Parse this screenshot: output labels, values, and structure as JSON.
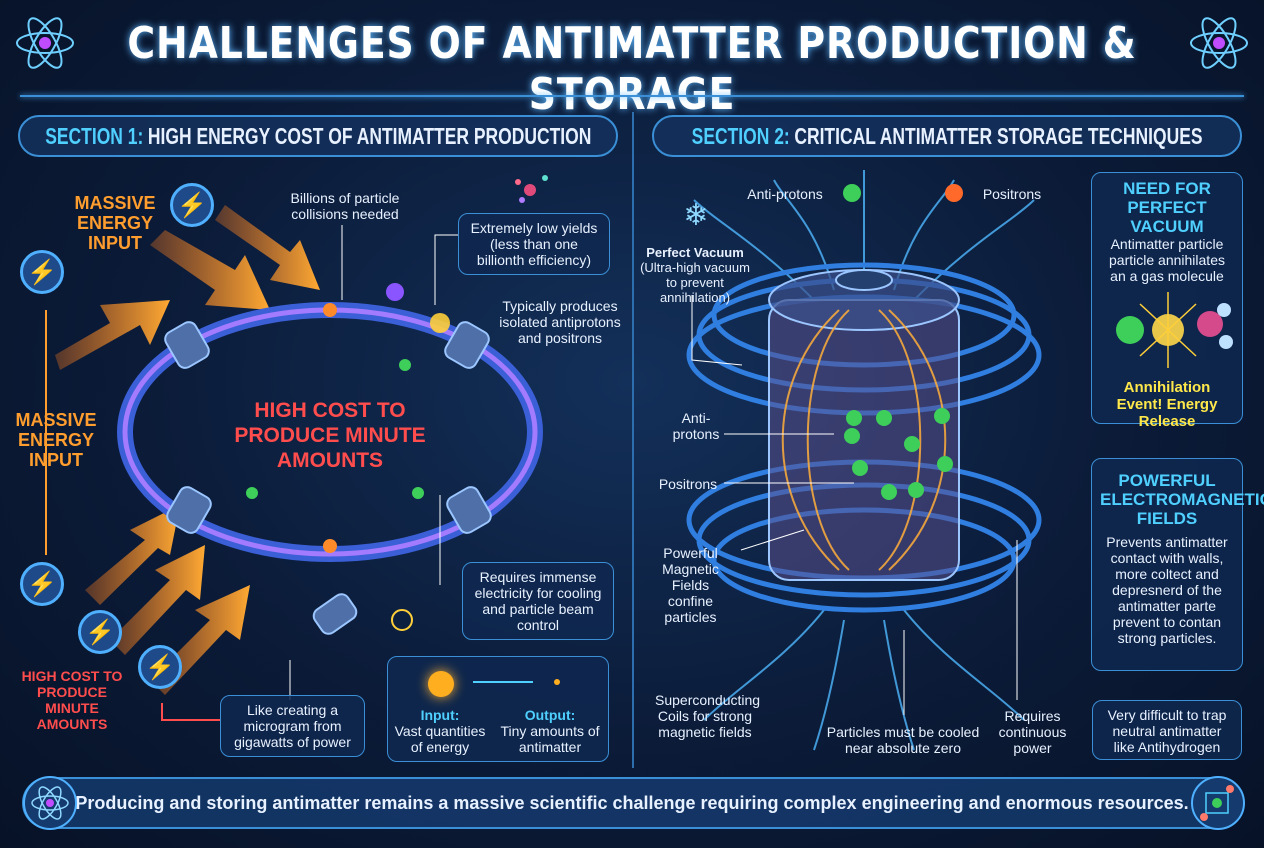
{
  "title": "CHALLENGES OF ANTIMATTER PRODUCTION & STORAGE",
  "section1": {
    "key": "SECTION 1:",
    "title": "HIGH ENERGY COST OF ANTIMATTER PRODUCTION",
    "massive_top": "MASSIVE ENERGY INPUT",
    "massive_left": "MASSIVE ENERGY INPUT",
    "billions": "Billions of particle collisions needed",
    "yields": "Extremely low yields (less than one billionth efficiency)",
    "typically": "Typically produces isolated antiprotons and positrons",
    "center": "HIGH COST TO PRODUCE MINUTE AMOUNTS",
    "electricity": "Requires immense electricity for cooling and particle beam control",
    "high_cost_small": "HIGH COST TO PRODUCE MINUTE AMOUNTS",
    "microgram": "Like creating a microgram from gigawatts of power",
    "input_label": "Input:",
    "input_text": "Vast quantities of energy",
    "output_label": "Output:",
    "output_text": "Tiny amounts of antimatter"
  },
  "section2": {
    "key": "SECTION 2:",
    "title": "CRITICAL ANTIMATTER STORAGE TECHNIQUES",
    "antiprotons_legend": "Anti-protons",
    "positrons_legend": "Positrons",
    "vacuum_title": "Perfect Vacuum",
    "vacuum_text": "(Ultra-high vacuum to prevent annihilation)",
    "antiprotons": "Anti- protons",
    "positrons": "Positrons",
    "magnetic": "Powerful Magnetic Fields confine particles",
    "coils": "Superconducting Coils for strong magnetic fields",
    "cooled": "Particles must be cooled near absolute zero",
    "power": "Requires continuous power",
    "card1_title": "NEED FOR PERFECT VACUUM",
    "card1_text": "Antimatter particle particle annihilates an a gas molecule",
    "card1_event": "Annihilation Event! Energy Release",
    "card2_title": "POWERFUL ELECTROMAGNETIC FIELDS",
    "card2_text": "Prevents antimatter contact with walls, more coltect and depresnerd of the antimatter parte prevent to contan strong particles.",
    "card3_text": "Very difficult to trap neutral antimatter like Antihydrogen"
  },
  "footer": "Producing and storing antimatter remains a massive scientific challenge requiring complex engineering and enormous resources.",
  "colors": {
    "accent": "#4fd0ff",
    "orange": "#ff9d2e",
    "red": "#ff4d4d",
    "yellow": "#ffe84a",
    "background": "#0b1b38"
  },
  "icons": [
    "atom-icon",
    "lightning-bolt-icon",
    "snowflake-icon",
    "sun-icon",
    "molecule-icon",
    "circuit-icon"
  ]
}
